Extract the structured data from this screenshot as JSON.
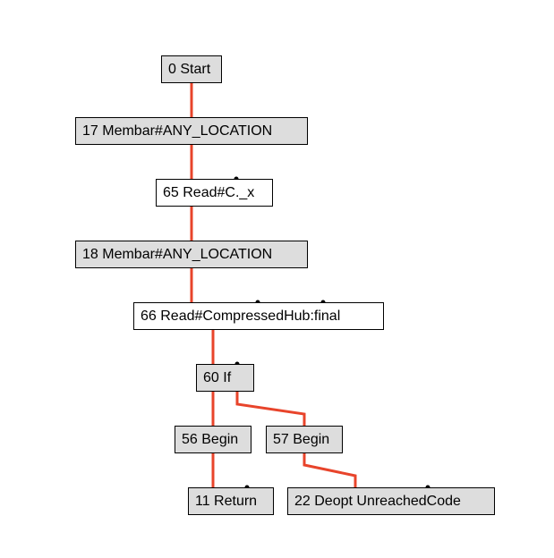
{
  "colors": {
    "edge": "#e8442b",
    "fixed_node_fill": "#dddddd",
    "floating_node_fill": "#ffffff",
    "border": "#000000"
  },
  "nodes": [
    {
      "id": 0,
      "label": "0 Start",
      "kind": "fixed"
    },
    {
      "id": 17,
      "label": "17 Membar#ANY_LOCATION",
      "kind": "fixed"
    },
    {
      "id": 65,
      "label": "65 Read#C._x",
      "kind": "floating"
    },
    {
      "id": 18,
      "label": "18 Membar#ANY_LOCATION",
      "kind": "fixed"
    },
    {
      "id": 66,
      "label": "66 Read#CompressedHub:final",
      "kind": "floating"
    },
    {
      "id": 60,
      "label": "60 If",
      "kind": "fixed"
    },
    {
      "id": 56,
      "label": "56 Begin",
      "kind": "fixed"
    },
    {
      "id": 57,
      "label": "57 Begin",
      "kind": "fixed"
    },
    {
      "id": 11,
      "label": "11 Return",
      "kind": "fixed"
    },
    {
      "id": 22,
      "label": "22 Deopt UnreachedCode",
      "kind": "fixed"
    }
  ],
  "edges": [
    {
      "from": 0,
      "to": 17
    },
    {
      "from": 17,
      "to": 65
    },
    {
      "from": 65,
      "to": 18
    },
    {
      "from": 18,
      "to": 66
    },
    {
      "from": 66,
      "to": 60
    },
    {
      "from": 60,
      "to": 56
    },
    {
      "from": 60,
      "to": 57
    },
    {
      "from": 56,
      "to": 11
    },
    {
      "from": 57,
      "to": 22
    }
  ]
}
